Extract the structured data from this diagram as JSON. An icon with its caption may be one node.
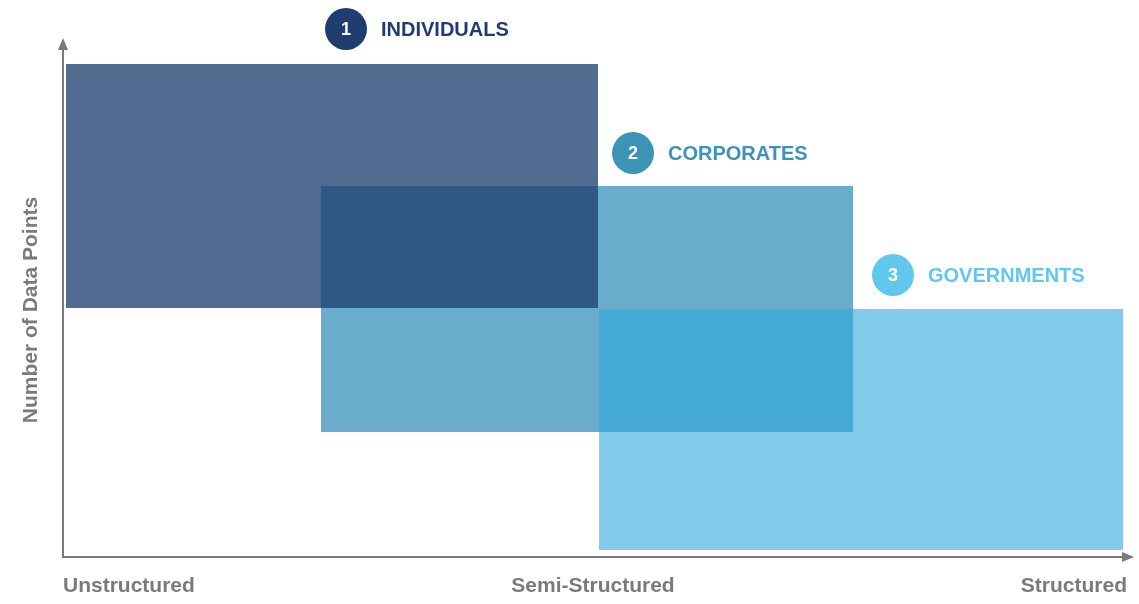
{
  "diagram": {
    "nodes": [
      {
        "text": [
          "1",
          "INDIVIDUALS"
        ]
      },
      {
        "text": [
          "2",
          "CORPORATES"
        ]
      },
      {
        "text": [
          "3",
          "GOVERNMENTS"
        ]
      }
    ],
    "labels": [
      "Number of Data Points",
      "Unstructured",
      "Semi-Structured",
      "Structured"
    ]
  }
}
